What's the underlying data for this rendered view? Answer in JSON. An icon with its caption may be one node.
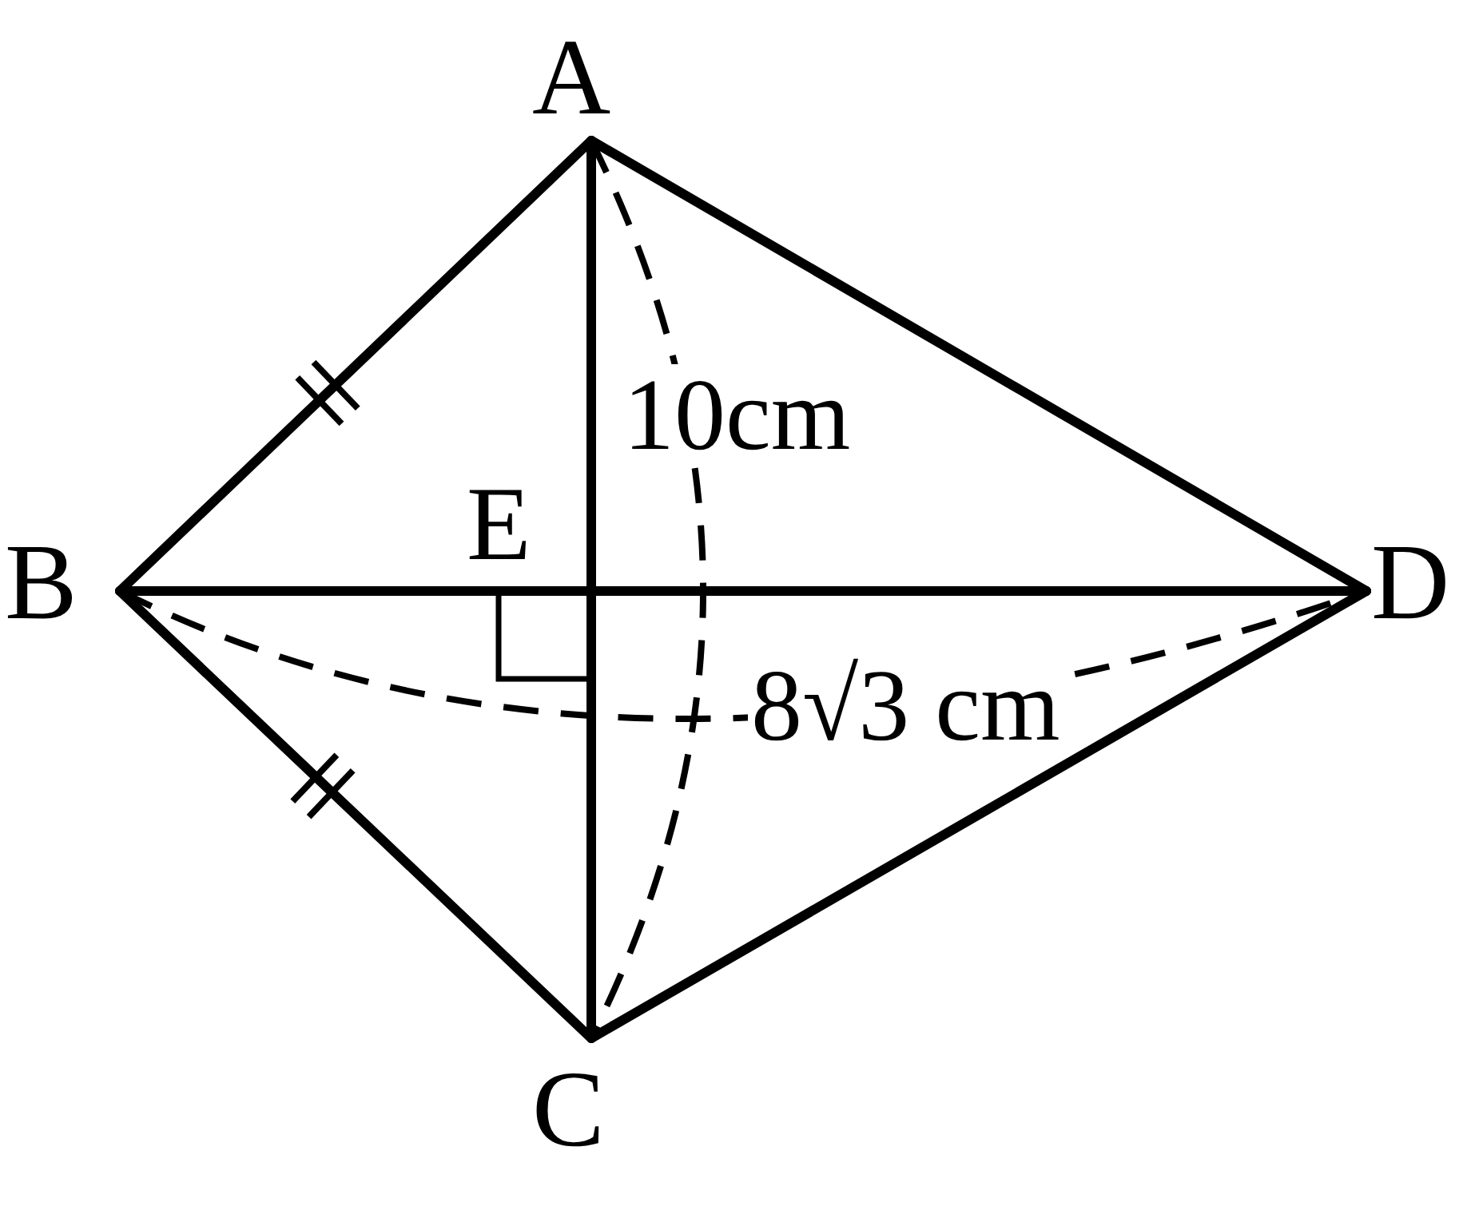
{
  "diagram": {
    "nodes": [
      {
        "text": [
          "A"
        ]
      },
      {
        "text": [
          "B"
        ]
      },
      {
        "text": [
          "E"
        ]
      },
      {
        "text": [
          "D"
        ]
      },
      {
        "text": [
          "C"
        ]
      }
    ],
    "edges": [
      {
        "from": 0,
        "to": 1,
        "arrow": "none"
      },
      {
        "from": 0,
        "to": 3,
        "arrow": "none"
      },
      {
        "from": 1,
        "to": 3,
        "arrow": "none"
      },
      {
        "from": 0,
        "to": 4,
        "arrow": "none"
      },
      {
        "from": 1,
        "to": 4,
        "arrow": "none"
      },
      {
        "from": 4,
        "to": 3,
        "arrow": "none"
      }
    ],
    "labels": [
      "10cm",
      "8√3 cm"
    ]
  }
}
